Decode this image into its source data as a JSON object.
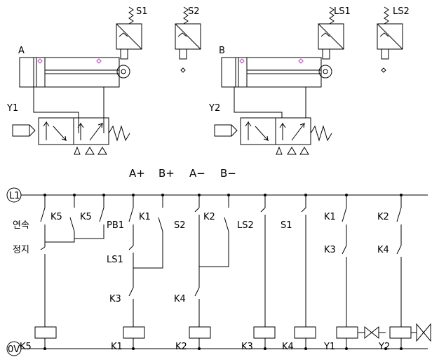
{
  "pneumatic": {
    "cylinder_a": "A",
    "cylinder_b": "B",
    "valve_a": "Y1",
    "valve_b": "Y2",
    "switch_a_fwd": "S1",
    "switch_a_back": "S2",
    "switch_b_fwd": "LS1",
    "switch_b_back": "LS2"
  },
  "sequence": [
    "A+",
    "B+",
    "A−",
    "B−"
  ],
  "rails": {
    "top": "L1",
    "bottom": "0V"
  },
  "ladder": {
    "side_labels": [
      "연속",
      "정지"
    ],
    "contacts": [
      "K5",
      "K5",
      "PB1",
      "K1",
      "LS1",
      "K3",
      "S2",
      "K2",
      "K4",
      "LS2",
      "S1",
      "K1",
      "K3",
      "K2",
      "K4"
    ],
    "coils": [
      "K5",
      "K1",
      "K2",
      "K3",
      "K4",
      "Y1",
      "Y2"
    ]
  }
}
